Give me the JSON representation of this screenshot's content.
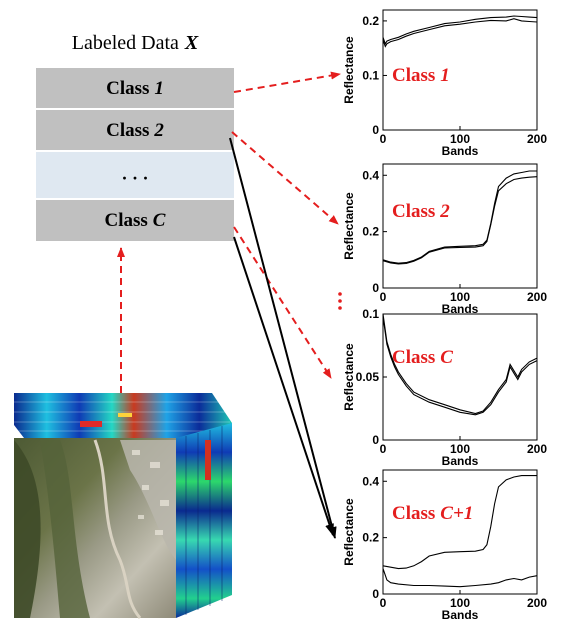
{
  "header": {
    "title": "Labeled Data",
    "title_var": "X"
  },
  "classes": [
    {
      "prefix": "Class",
      "var": "1"
    },
    {
      "prefix": "Class",
      "var": "2"
    },
    {
      "ellipsis": "· · ·"
    },
    {
      "prefix": "Class",
      "var": "C"
    }
  ],
  "vertical_ellipsis": "·\n·\n·",
  "colors": {
    "class_box": "#c0c0c0",
    "ellipsis_box": "#dfe8f1",
    "dashed_arrow": "#e41e1e",
    "solid_arrow": "#000000",
    "chart_label": "#e41e1e"
  },
  "chart_data": [
    {
      "type": "line",
      "label_prefix": "Class",
      "label_var": "1",
      "xlabel": "Bands",
      "ylabel": "Reflectance",
      "xlim": [
        0,
        200
      ],
      "ylim": [
        0,
        0.22
      ],
      "xticks": [
        0,
        100,
        200
      ],
      "yticks": [
        0,
        0.1,
        0.2
      ],
      "ytick_labels": [
        "0",
        "0.1",
        "0.2"
      ],
      "series": [
        {
          "x": [
            0,
            3,
            5,
            10,
            20,
            30,
            40,
            60,
            80,
            100,
            120,
            140,
            160,
            170,
            180,
            190,
            200
          ],
          "values": [
            0.17,
            0.158,
            0.163,
            0.166,
            0.17,
            0.176,
            0.181,
            0.188,
            0.195,
            0.198,
            0.203,
            0.206,
            0.207,
            0.209,
            0.208,
            0.207,
            0.206
          ]
        },
        {
          "x": [
            0,
            3,
            5,
            10,
            20,
            30,
            40,
            60,
            80,
            100,
            120,
            140,
            160,
            170,
            180,
            190,
            200
          ],
          "values": [
            0.165,
            0.153,
            0.158,
            0.162,
            0.166,
            0.172,
            0.177,
            0.184,
            0.191,
            0.194,
            0.198,
            0.201,
            0.2,
            0.204,
            0.2,
            0.199,
            0.198
          ]
        }
      ]
    },
    {
      "type": "line",
      "label_prefix": "Class",
      "label_var": "2",
      "xlabel": "Bands",
      "ylabel": "Reflectance",
      "xlim": [
        0,
        200
      ],
      "ylim": [
        0,
        0.44
      ],
      "xticks": [
        0,
        100,
        200
      ],
      "yticks": [
        0,
        0.2,
        0.4
      ],
      "ytick_labels": [
        "0",
        "0.2",
        "0.4"
      ],
      "series": [
        {
          "x": [
            0,
            10,
            20,
            30,
            40,
            50,
            60,
            80,
            100,
            120,
            130,
            135,
            140,
            145,
            150,
            160,
            170,
            180,
            190,
            200
          ],
          "values": [
            0.1,
            0.092,
            0.088,
            0.09,
            0.098,
            0.11,
            0.13,
            0.145,
            0.148,
            0.15,
            0.155,
            0.17,
            0.23,
            0.3,
            0.36,
            0.39,
            0.405,
            0.41,
            0.415,
            0.415
          ]
        },
        {
          "x": [
            0,
            10,
            20,
            30,
            40,
            50,
            60,
            80,
            100,
            120,
            130,
            135,
            140,
            145,
            150,
            160,
            170,
            180,
            190,
            200
          ],
          "values": [
            0.097,
            0.089,
            0.085,
            0.087,
            0.095,
            0.107,
            0.127,
            0.142,
            0.144,
            0.145,
            0.15,
            0.165,
            0.225,
            0.29,
            0.345,
            0.37,
            0.385,
            0.39,
            0.393,
            0.395
          ]
        }
      ]
    },
    {
      "type": "line",
      "label_prefix": "Class",
      "label_var": "C",
      "xlabel": "Bands",
      "ylabel": "Reflectance",
      "xlim": [
        0,
        200
      ],
      "ylim": [
        0,
        0.1
      ],
      "xticks": [
        0,
        100,
        200
      ],
      "yticks": [
        0,
        0.05,
        0.1
      ],
      "ytick_labels": [
        "0",
        "0.05",
        "0.1"
      ],
      "series": [
        {
          "x": [
            0,
            5,
            10,
            15,
            20,
            30,
            40,
            60,
            80,
            100,
            120,
            130,
            140,
            150,
            160,
            165,
            170,
            175,
            180,
            190,
            200
          ],
          "values": [
            0.1,
            0.078,
            0.068,
            0.06,
            0.054,
            0.045,
            0.038,
            0.032,
            0.028,
            0.024,
            0.021,
            0.023,
            0.03,
            0.04,
            0.048,
            0.06,
            0.055,
            0.05,
            0.056,
            0.062,
            0.065
          ]
        },
        {
          "x": [
            0,
            5,
            10,
            15,
            20,
            30,
            40,
            60,
            80,
            100,
            120,
            130,
            140,
            150,
            160,
            165,
            170,
            175,
            180,
            190,
            200
          ],
          "values": [
            0.098,
            0.076,
            0.066,
            0.058,
            0.052,
            0.043,
            0.036,
            0.03,
            0.026,
            0.022,
            0.02,
            0.022,
            0.028,
            0.038,
            0.046,
            0.058,
            0.053,
            0.048,
            0.054,
            0.06,
            0.063
          ]
        }
      ]
    },
    {
      "type": "line",
      "label_prefix": "Class",
      "label_var": "C+1",
      "xlabel": "Bands",
      "ylabel": "Reflectance",
      "xlim": [
        0,
        200
      ],
      "ylim": [
        0,
        0.44
      ],
      "xticks": [
        0,
        100,
        200
      ],
      "yticks": [
        0,
        0.2,
        0.4
      ],
      "ytick_labels": [
        "0",
        "0.2",
        "0.4"
      ],
      "series": [
        {
          "x": [
            0,
            10,
            20,
            30,
            40,
            50,
            60,
            80,
            100,
            120,
            130,
            135,
            140,
            145,
            150,
            160,
            170,
            180,
            190,
            200
          ],
          "values": [
            0.1,
            0.095,
            0.09,
            0.092,
            0.1,
            0.115,
            0.135,
            0.148,
            0.15,
            0.152,
            0.158,
            0.175,
            0.24,
            0.32,
            0.38,
            0.405,
            0.415,
            0.42,
            0.42,
            0.42
          ]
        },
        {
          "x": [
            0,
            5,
            10,
            20,
            40,
            60,
            80,
            100,
            120,
            140,
            150,
            160,
            170,
            180,
            190,
            200
          ],
          "values": [
            0.09,
            0.05,
            0.04,
            0.035,
            0.03,
            0.03,
            0.028,
            0.026,
            0.03,
            0.035,
            0.04,
            0.05,
            0.055,
            0.05,
            0.06,
            0.065
          ]
        }
      ]
    }
  ]
}
